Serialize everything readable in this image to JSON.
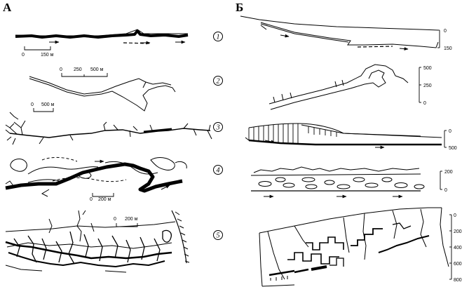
{
  "panels": {
    "left": "А",
    "right": "Б"
  },
  "left_scales": [
    "0",
    "150 м",
    "0",
    "250",
    "500 м",
    "0",
    "500 м",
    "0",
    "200 м",
    "0",
    "200 м"
  ],
  "row_numbers": [
    "1",
    "2",
    "3",
    "4",
    "5"
  ],
  "right_axes": {
    "row1": [
      "0",
      "150"
    ],
    "row2": [
      "500",
      "250",
      "0"
    ],
    "row3": [
      "0",
      "500"
    ],
    "row4": [
      "200",
      "0"
    ],
    "row5": [
      "0",
      "200",
      "400",
      "600",
      "800"
    ]
  }
}
